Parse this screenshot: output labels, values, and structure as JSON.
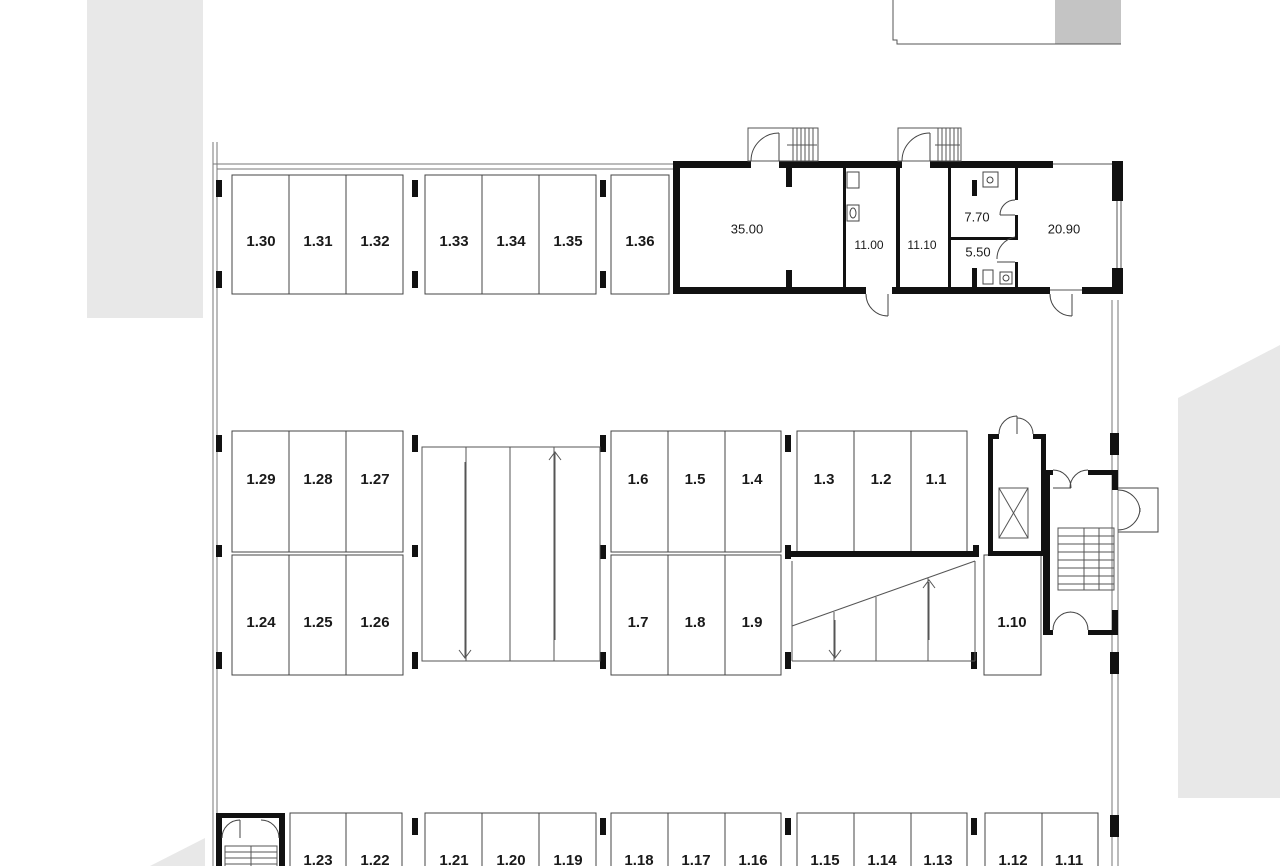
{
  "parking_spaces": [
    {
      "id": "p130",
      "label": "1.30"
    },
    {
      "id": "p131",
      "label": "1.31"
    },
    {
      "id": "p132",
      "label": "1.32"
    },
    {
      "id": "p133",
      "label": "1.33"
    },
    {
      "id": "p134",
      "label": "1.34"
    },
    {
      "id": "p135",
      "label": "1.35"
    },
    {
      "id": "p136",
      "label": "1.36"
    },
    {
      "id": "p129",
      "label": "1.29"
    },
    {
      "id": "p128",
      "label": "1.28"
    },
    {
      "id": "p127",
      "label": "1.27"
    },
    {
      "id": "p16",
      "label": "1.6"
    },
    {
      "id": "p15",
      "label": "1.5"
    },
    {
      "id": "p14",
      "label": "1.4"
    },
    {
      "id": "p13",
      "label": "1.3"
    },
    {
      "id": "p12",
      "label": "1.2"
    },
    {
      "id": "p11",
      "label": "1.1"
    },
    {
      "id": "p124",
      "label": "1.24"
    },
    {
      "id": "p125",
      "label": "1.25"
    },
    {
      "id": "p126",
      "label": "1.26"
    },
    {
      "id": "p17",
      "label": "1.7"
    },
    {
      "id": "p18",
      "label": "1.8"
    },
    {
      "id": "p19",
      "label": "1.9"
    },
    {
      "id": "p110",
      "label": "1.10"
    },
    {
      "id": "p123",
      "label": "1.23"
    },
    {
      "id": "p122",
      "label": "1.22"
    },
    {
      "id": "p121",
      "label": "1.21"
    },
    {
      "id": "p120",
      "label": "1.20"
    },
    {
      "id": "p119",
      "label": "1.19"
    },
    {
      "id": "p118",
      "label": "1.18"
    },
    {
      "id": "p117",
      "label": "1.17"
    },
    {
      "id": "p116",
      "label": "1.16"
    },
    {
      "id": "p115",
      "label": "1.15"
    },
    {
      "id": "p114",
      "label": "1.14"
    },
    {
      "id": "p113",
      "label": "1.13"
    },
    {
      "id": "p112",
      "label": "1.12"
    },
    {
      "id": "p111",
      "label": "1.11"
    }
  ],
  "rooms": [
    {
      "id": "r1",
      "area": "35.00"
    },
    {
      "id": "r2",
      "area": "11.00"
    },
    {
      "id": "r3",
      "area": "11.10"
    },
    {
      "id": "r4",
      "area": "7.70"
    },
    {
      "id": "r5",
      "area": "5.50"
    },
    {
      "id": "r6",
      "area": "20.90"
    }
  ],
  "colors": {
    "wall": "#111111",
    "line": "#555555",
    "neighbor_fill": "#e8e8e8",
    "dark_fill": "#c4c4c4"
  }
}
